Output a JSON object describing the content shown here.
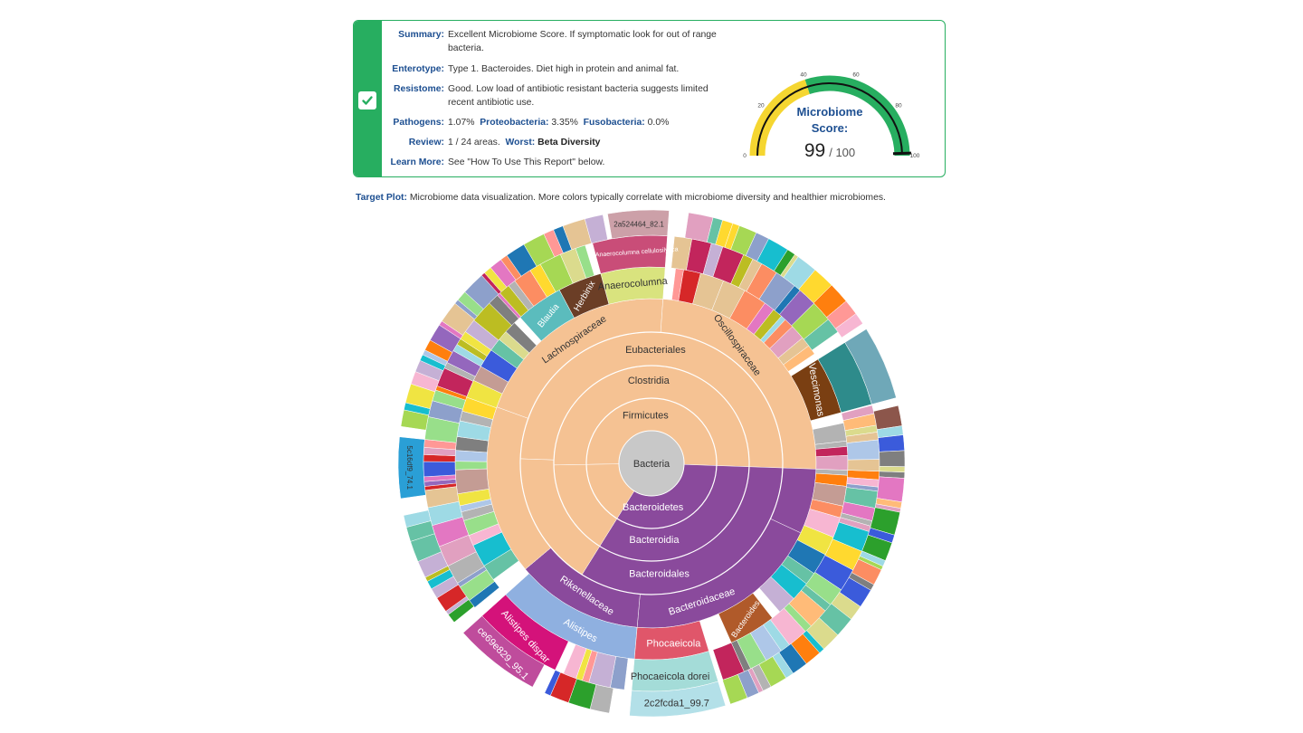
{
  "summary_card": {
    "status_icon": "check-icon",
    "accent_color": "#27ae60",
    "summary_label": "Summary:",
    "summary_value": "Excellent Microbiome Score. If symptomatic look for out of range bacteria.",
    "enterotype_label": "Enterotype:",
    "enterotype_value": "Type 1. Bacteroides. Diet high in protein and animal fat.",
    "resistome_label": "Resistome:",
    "resistome_value": "Good. Low load of antibiotic resistant bacteria suggests limited recent antibiotic use.",
    "pathogens_label": "Pathogens:",
    "pathogens_value": "1.07%",
    "proteobacteria_label": "Proteobacteria:",
    "proteobacteria_value": "3.35%",
    "fusobacteria_label": "Fusobacteria:",
    "fusobacteria_value": "0.0%",
    "review_label": "Review:",
    "review_value": "1 / 24 areas.",
    "worst_label": "Worst:",
    "worst_value": "Beta Diversity",
    "learn_more_label": "Learn More:",
    "learn_more_value": "See \"How To Use This Report\" below."
  },
  "gauge": {
    "title_line1": "Microbiome",
    "title_line2": "Score:",
    "score": "99",
    "max": "/ 100",
    "score_value": 99,
    "ticks": [
      "0",
      "20",
      "40",
      "60",
      "80",
      "100"
    ],
    "yellow_range": [
      0,
      40
    ],
    "green_range": [
      40,
      100
    ],
    "colors": {
      "yellow": "#f5d631",
      "green": "#27ae60",
      "needle": "#111111",
      "title": "#1d4f91"
    }
  },
  "target_plot": {
    "label": "Target Plot:",
    "description": "Microbiome data visualization. More colors typically correlate with microbiome diversity and healthier microbiomes."
  },
  "sunburst": {
    "center": {
      "label": "Bacteria",
      "color": "#c8c8c8"
    },
    "labeled_segments": [
      {
        "label": "Firmicutes",
        "level": 1,
        "color": "#f5c293"
      },
      {
        "label": "Bacteroidetes",
        "level": 1,
        "color": "#8a4a9c"
      },
      {
        "label": "Clostridia",
        "level": 2,
        "color": "#f5c293"
      },
      {
        "label": "Bacteroidia",
        "level": 2,
        "color": "#8a4a9c"
      },
      {
        "label": "Eubacteriales",
        "level": 3,
        "color": "#f5c293"
      },
      {
        "label": "Bacteroidales",
        "level": 3,
        "color": "#8a4a9c"
      },
      {
        "label": "Lachnospiraceae",
        "level": 4,
        "color": "#f5c293"
      },
      {
        "label": "Oscillospiraceae",
        "level": 4,
        "color": "#f5c293"
      },
      {
        "label": "Rikenellaceae",
        "level": 4,
        "color": "#8a4a9c"
      },
      {
        "label": "Bacteroidaceae",
        "level": 4,
        "color": "#8a4a9c"
      },
      {
        "label": "Anaerocolumna",
        "level": 5,
        "color": "#d9e37e"
      },
      {
        "label": "Herbinix",
        "level": 5,
        "color": "#6b3e26"
      },
      {
        "label": "Blautia",
        "level": 5,
        "color": "#5bbcbd"
      },
      {
        "label": "Vescimonas",
        "level": 5,
        "color": "#7a3f12"
      },
      {
        "label": "Alistipes",
        "level": 5,
        "color": "#8fb0e0"
      },
      {
        "label": "Phocaeicola",
        "level": 5,
        "color": "#e0566a"
      },
      {
        "label": "Bacteroides",
        "level": 5,
        "color": "#b05a2a"
      },
      {
        "label": "Anaerocolumna cellulosilytica",
        "level": 6,
        "color": "#c94d78"
      },
      {
        "label": "Alistipes dispar",
        "level": 6,
        "color": "#d4127a"
      },
      {
        "label": "Phocaeicola dorei",
        "level": 6,
        "color": "#a4dcd8"
      },
      {
        "label": "ce69e829_95.1",
        "level": 7,
        "color": "#bf4c9c"
      },
      {
        "label": "2c2fcda1_99.7",
        "level": 7,
        "color": "#b3e0e8"
      },
      {
        "label": "2a524464_82.1",
        "level": 7,
        "color": "#cca0a8"
      },
      {
        "label": "5c16df9_74.1",
        "level": 7,
        "color": "#2a9fd6"
      }
    ]
  }
}
